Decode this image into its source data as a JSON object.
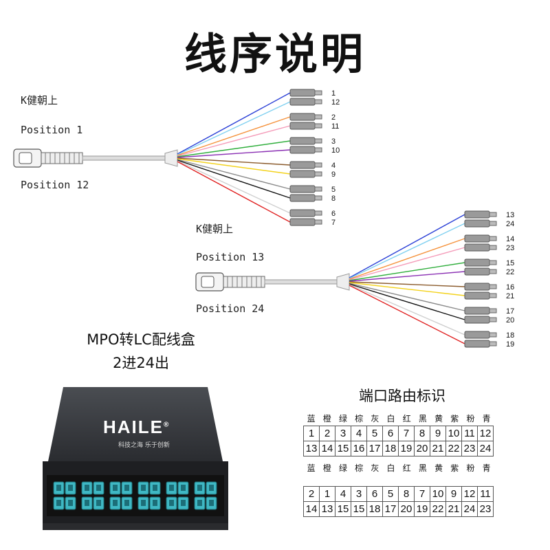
{
  "title": "线序说明",
  "diagram1": {
    "k_label": "K健朝上",
    "pos_top": "Position 1",
    "pos_bottom": "Position 12",
    "fibers": [
      {
        "color": "#2a3fd6",
        "num": "1"
      },
      {
        "color": "#7fd0f0",
        "num": "12"
      },
      {
        "color": "#f5913a",
        "num": "2"
      },
      {
        "color": "#f49ab8",
        "num": "11"
      },
      {
        "color": "#2fae3c",
        "num": "3"
      },
      {
        "color": "#8a2fb3",
        "num": "10"
      },
      {
        "color": "#8a5a2b",
        "num": "4"
      },
      {
        "color": "#f3d21c",
        "num": "9"
      },
      {
        "color": "#8a8a8a",
        "num": "5"
      },
      {
        "color": "#111111",
        "num": "8"
      },
      {
        "color": "#cfcfcf",
        "num": "6"
      },
      {
        "color": "#e02020",
        "num": "7"
      }
    ]
  },
  "diagram2": {
    "k_label": "K健朝上",
    "pos_top": "Position 13",
    "pos_bottom": "Position 24",
    "fibers": [
      {
        "color": "#2a3fd6",
        "num": "13"
      },
      {
        "color": "#7fd0f0",
        "num": "24"
      },
      {
        "color": "#f5913a",
        "num": "14"
      },
      {
        "color": "#f49ab8",
        "num": "23"
      },
      {
        "color": "#2fae3c",
        "num": "15"
      },
      {
        "color": "#8a2fb3",
        "num": "22"
      },
      {
        "color": "#8a5a2b",
        "num": "16"
      },
      {
        "color": "#f3d21c",
        "num": "21"
      },
      {
        "color": "#8a8a8a",
        "num": "17"
      },
      {
        "color": "#111111",
        "num": "20"
      },
      {
        "color": "#cfcfcf",
        "num": "18"
      },
      {
        "color": "#e02020",
        "num": "19"
      }
    ]
  },
  "product": {
    "line1": "MPO转LC配线盒",
    "line2": "2进24出",
    "brand": "HAILE",
    "registered": "®",
    "slogan": "科技之海  乐于创新",
    "port_color": "#3fb8c4"
  },
  "routing": {
    "title": "端口路由标识",
    "colors": [
      "蓝",
      "橙",
      "绿",
      "棕",
      "灰",
      "白",
      "红",
      "黑",
      "黄",
      "紫",
      "粉",
      "青"
    ],
    "table1_row1": [
      "1",
      "2",
      "3",
      "4",
      "5",
      "6",
      "7",
      "8",
      "9",
      "10",
      "11",
      "12"
    ],
    "table1_row2": [
      "13",
      "14",
      "15",
      "16",
      "17",
      "18",
      "19",
      "20",
      "21",
      "22",
      "23",
      "24"
    ],
    "table2_row1": [
      "2",
      "1",
      "4",
      "3",
      "6",
      "5",
      "8",
      "7",
      "10",
      "9",
      "12",
      "11"
    ],
    "table2_row2": [
      "14",
      "13",
      "15",
      "15",
      "18",
      "17",
      "20",
      "19",
      "22",
      "21",
      "24",
      "23"
    ]
  }
}
